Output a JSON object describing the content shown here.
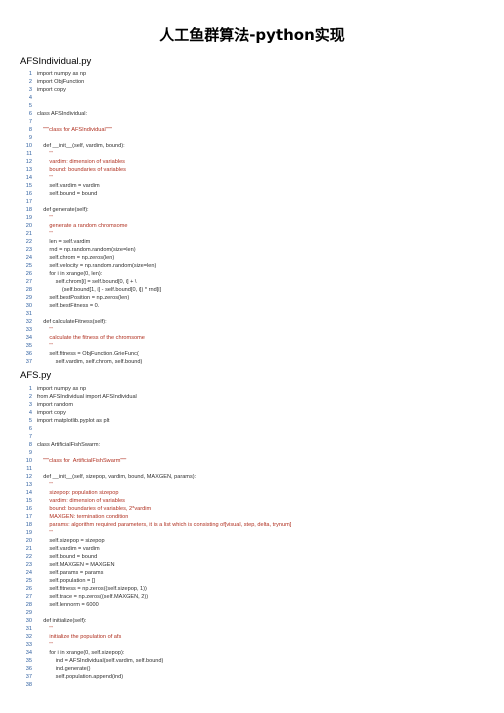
{
  "title": "人工鱼群算法-python实现",
  "files": [
    {
      "name": "AFSIndividual.py",
      "lines": [
        {
          "n": "1",
          "t": "import numpy as np",
          "c": "kw"
        },
        {
          "n": "2",
          "t": "import ObjFunction",
          "c": "kw"
        },
        {
          "n": "3",
          "t": "import copy",
          "c": "kw"
        },
        {
          "n": "4",
          "t": "",
          "c": ""
        },
        {
          "n": "5",
          "t": "",
          "c": ""
        },
        {
          "n": "6",
          "t": "class AFSIndividual:",
          "c": "kw"
        },
        {
          "n": "7",
          "t": "",
          "c": ""
        },
        {
          "n": "8",
          "t": "    \"\"\"class for AFSIndividual\"\"\"",
          "c": "cm"
        },
        {
          "n": "9",
          "t": "",
          "c": ""
        },
        {
          "n": "10",
          "t": "    def __init__(self, vardim, bound):",
          "c": "kw"
        },
        {
          "n": "11",
          "t": "        '''",
          "c": "cm"
        },
        {
          "n": "12",
          "t": "        vardim: dimension of variables",
          "c": "cm"
        },
        {
          "n": "13",
          "t": "        bound: boundaries of variables",
          "c": "cm"
        },
        {
          "n": "14",
          "t": "        '''",
          "c": "cm"
        },
        {
          "n": "15",
          "t": "        self.vardim = vardim",
          "c": ""
        },
        {
          "n": "16",
          "t": "        self.bound = bound",
          "c": ""
        },
        {
          "n": "17",
          "t": "",
          "c": ""
        },
        {
          "n": "18",
          "t": "    def generate(self):",
          "c": "kw"
        },
        {
          "n": "19",
          "t": "        '''",
          "c": "cm"
        },
        {
          "n": "20",
          "t": "        generate a random chromsome",
          "c": "cm"
        },
        {
          "n": "21",
          "t": "        '''",
          "c": "cm"
        },
        {
          "n": "22",
          "t": "        len = self.vardim",
          "c": ""
        },
        {
          "n": "23",
          "t": "        rnd = np.random.random(size=len)",
          "c": ""
        },
        {
          "n": "24",
          "t": "        self.chrom = np.zeros(len)",
          "c": ""
        },
        {
          "n": "25",
          "t": "        self.velocity = np.random.random(size=len)",
          "c": ""
        },
        {
          "n": "26",
          "t": "        for i in xrange(0, len):",
          "c": "kw"
        },
        {
          "n": "27",
          "t": "            self.chrom[i] = self.bound[0, i] + \\",
          "c": ""
        },
        {
          "n": "28",
          "t": "                (self.bound[1, i] - self.bound[0, i]) * rnd[i]",
          "c": ""
        },
        {
          "n": "29",
          "t": "        self.bestPosition = np.zeros(len)",
          "c": ""
        },
        {
          "n": "30",
          "t": "        self.bestFitness = 0.",
          "c": ""
        },
        {
          "n": "31",
          "t": "",
          "c": ""
        },
        {
          "n": "32",
          "t": "    def calculateFitness(self):",
          "c": "kw"
        },
        {
          "n": "33",
          "t": "        '''",
          "c": "cm"
        },
        {
          "n": "34",
          "t": "        calculate the fitness of the chromsome",
          "c": "cm"
        },
        {
          "n": "35",
          "t": "        '''",
          "c": "cm"
        },
        {
          "n": "36",
          "t": "        self.fitness = ObjFunction.GrieFunc(",
          "c": ""
        },
        {
          "n": "37",
          "t": "            self.vardim, self.chrom, self.bound)",
          "c": ""
        }
      ]
    },
    {
      "name": "AFS.py",
      "lines": [
        {
          "n": "1",
          "t": "import numpy as np",
          "c": "kw"
        },
        {
          "n": "2",
          "t": "from AFSIndividual import AFSIndividual",
          "c": "kw"
        },
        {
          "n": "3",
          "t": "import random",
          "c": "kw"
        },
        {
          "n": "4",
          "t": "import copy",
          "c": "kw"
        },
        {
          "n": "5",
          "t": "import matplotlib.pyplot as plt",
          "c": "kw"
        },
        {
          "n": "6",
          "t": "",
          "c": ""
        },
        {
          "n": "7",
          "t": "",
          "c": ""
        },
        {
          "n": "8",
          "t": "class ArtificialFishSwarm:",
          "c": "kw"
        },
        {
          "n": "9",
          "t": "",
          "c": ""
        },
        {
          "n": "10",
          "t": "    \"\"\"class for  ArtificialFishSwarm\"\"\"",
          "c": "cm"
        },
        {
          "n": "11",
          "t": "",
          "c": ""
        },
        {
          "n": "12",
          "t": "    def __init__(self, sizepop, vardim, bound, MAXGEN, params):",
          "c": "kw"
        },
        {
          "n": "13",
          "t": "        '''",
          "c": "cm"
        },
        {
          "n": "14",
          "t": "        sizepop: population sizepop",
          "c": "cm"
        },
        {
          "n": "15",
          "t": "        vardim: dimension of variables",
          "c": "cm"
        },
        {
          "n": "16",
          "t": "        bound: boundaries of variables, 2*vardim",
          "c": "cm"
        },
        {
          "n": "17",
          "t": "        MAXGEN: termination condition",
          "c": "cm"
        },
        {
          "n": "18",
          "t": "        params: algorithm required parameters, it is a list which is consisting of[visual, step, delta, trynum]",
          "c": "cm"
        },
        {
          "n": "19",
          "t": "        '''",
          "c": "cm"
        },
        {
          "n": "20",
          "t": "        self.sizepop = sizepop",
          "c": ""
        },
        {
          "n": "21",
          "t": "        self.vardim = vardim",
          "c": ""
        },
        {
          "n": "22",
          "t": "        self.bound = bound",
          "c": ""
        },
        {
          "n": "23",
          "t": "        self.MAXGEN = MAXGEN",
          "c": ""
        },
        {
          "n": "24",
          "t": "        self.params = params",
          "c": ""
        },
        {
          "n": "25",
          "t": "        self.population = []",
          "c": ""
        },
        {
          "n": "26",
          "t": "        self.fitness = np.zeros((self.sizepop, 1))",
          "c": ""
        },
        {
          "n": "27",
          "t": "        self.trace = np.zeros((self.MAXGEN, 2))",
          "c": ""
        },
        {
          "n": "28",
          "t": "        self.lennorm = 6000",
          "c": ""
        },
        {
          "n": "29",
          "t": "",
          "c": ""
        },
        {
          "n": "30",
          "t": "    def initialize(self):",
          "c": "kw"
        },
        {
          "n": "31",
          "t": "        '''",
          "c": "cm"
        },
        {
          "n": "32",
          "t": "        initialize the population of afs",
          "c": "cm"
        },
        {
          "n": "33",
          "t": "        '''",
          "c": "cm"
        },
        {
          "n": "34",
          "t": "        for i in xrange(0, self.sizepop):",
          "c": "kw"
        },
        {
          "n": "35",
          "t": "            ind = AFSIndividual(self.vardim, self.bound)",
          "c": ""
        },
        {
          "n": "36",
          "t": "            ind.generate()",
          "c": ""
        },
        {
          "n": "37",
          "t": "            self.population.append(ind)",
          "c": ""
        },
        {
          "n": "38",
          "t": "",
          "c": ""
        }
      ]
    }
  ]
}
